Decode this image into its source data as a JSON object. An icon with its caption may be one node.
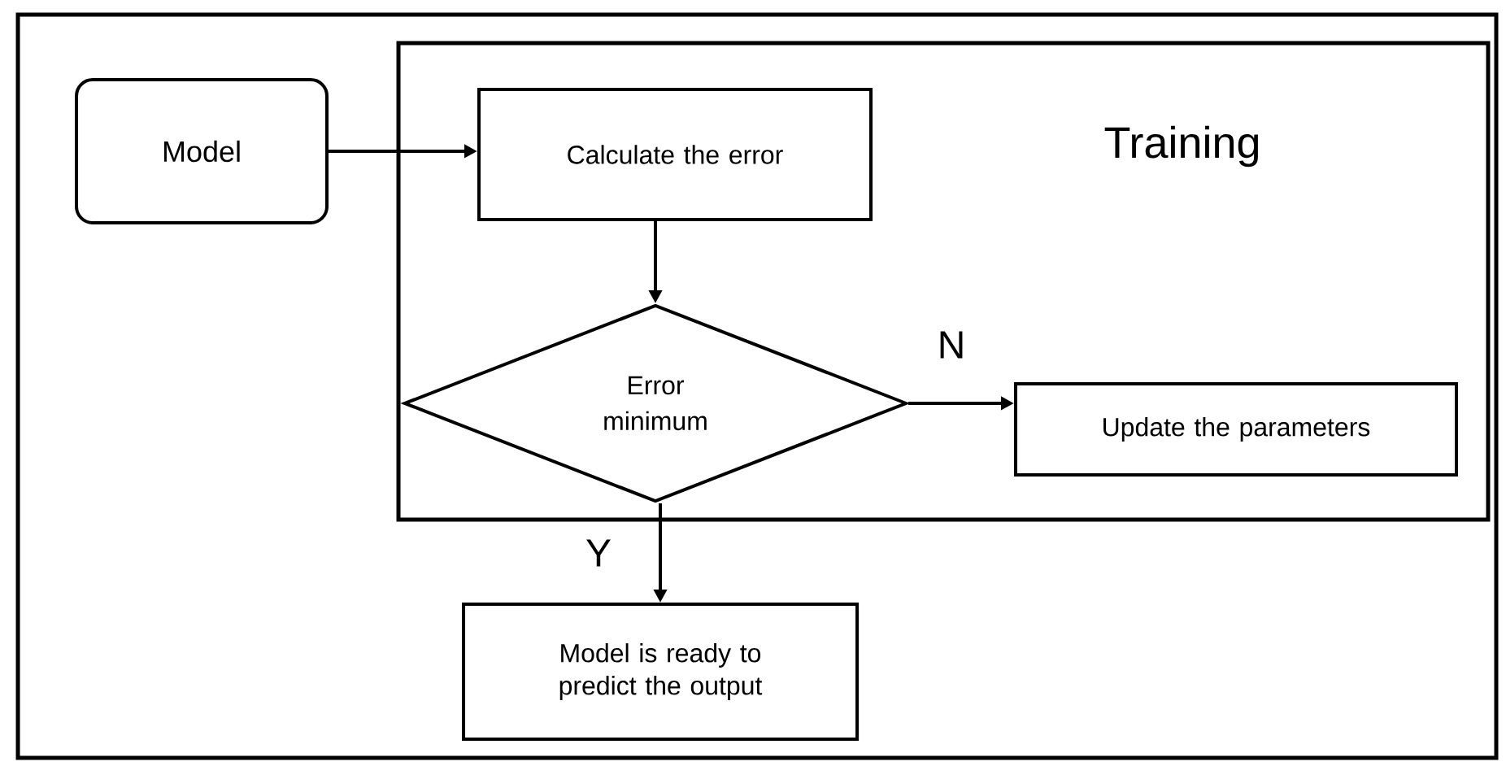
{
  "diagram": {
    "nodes": [
      {
        "text": [
          "Model"
        ]
      },
      {
        "text": [
          "Training"
        ]
      },
      {
        "text": [
          "Calculate the error"
        ],
        "in": 1
      },
      {
        "text": [
          "Error minimum"
        ],
        "in": 1
      },
      {
        "text": [
          "Update the parameters"
        ],
        "in": 1
      },
      {
        "text": [
          "Model is ready to predict the output"
        ]
      }
    ],
    "edges": [
      {
        "from": 0,
        "to": 2,
        "arrow": "to"
      },
      {
        "from": 2,
        "to": 3,
        "arrow": "to"
      },
      {
        "from": 3,
        "to": 4,
        "arrow": "to",
        "label": "N"
      },
      {
        "from": 3,
        "to": 5,
        "arrow": "to",
        "label": "Y"
      }
    ]
  }
}
